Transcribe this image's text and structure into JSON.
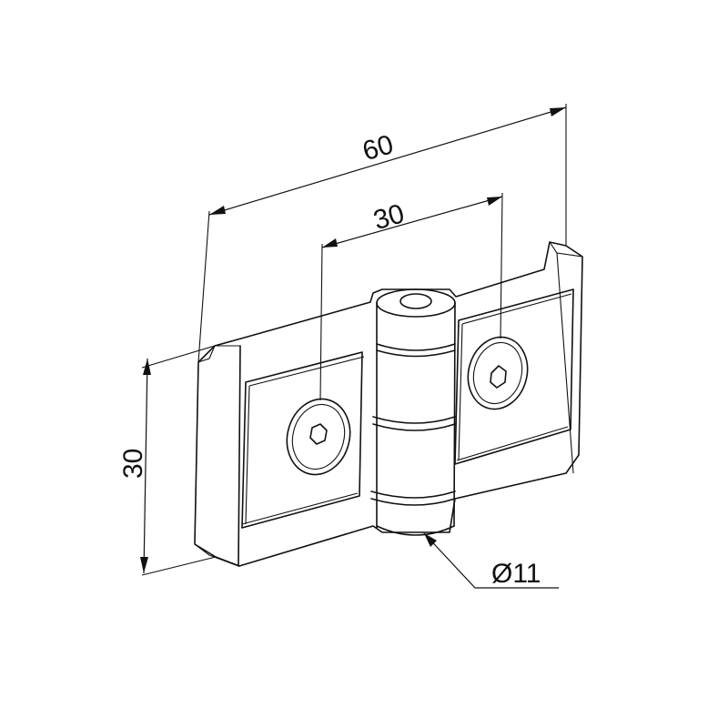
{
  "dimensions": {
    "length": "60",
    "hole_spacing": "30",
    "height": "30",
    "pin_diameter": "Ø11"
  }
}
